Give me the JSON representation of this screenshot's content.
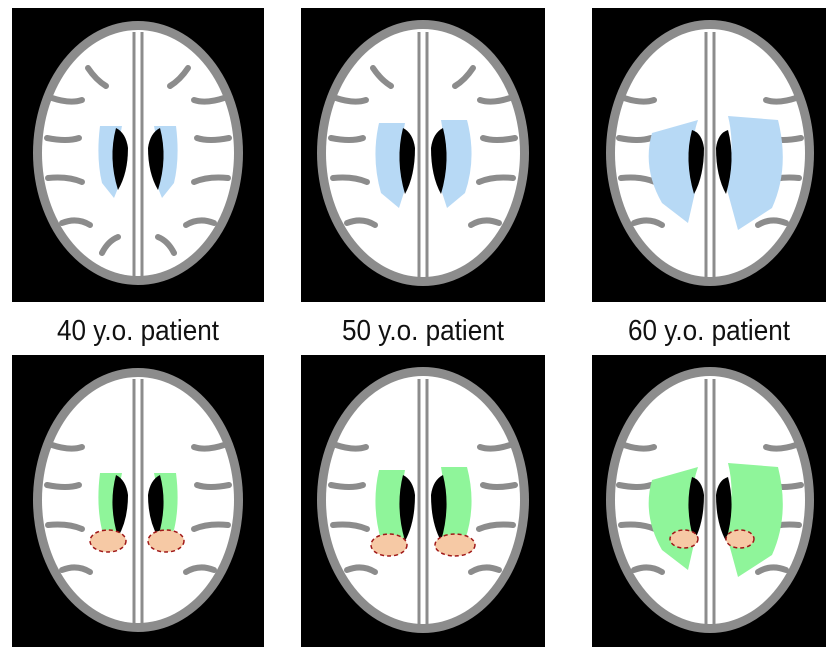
{
  "captions": [
    "40 y.o. patient",
    "50 y.o. patient",
    "60 y.o. patient"
  ],
  "colors": {
    "background": "#000000",
    "cortex_outline": "#8c8c8c",
    "white_matter": "#ffffff",
    "ventricles": "#000000",
    "lesion_top": "#b7d9f5",
    "lesion_bottom": "#8ff59a",
    "periventricular_spot": "#f6c9a5",
    "spot_outline": "#a01818"
  },
  "icons": {
    "brain": "brain-axial-slice-icon",
    "lesion": "white-matter-lesion-icon"
  }
}
